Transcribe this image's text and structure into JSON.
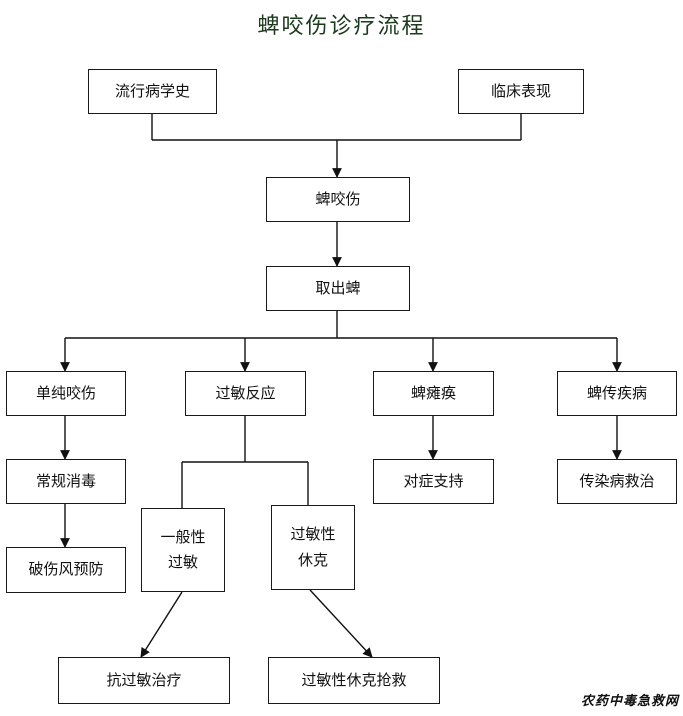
{
  "title": "蜱咬伤诊疗流程",
  "nodes": {
    "epidemiology": "流行病学史",
    "clinical": "临床表现",
    "tick_bite": "蜱咬伤",
    "remove_tick": "取出蜱",
    "simple_bite": "单纯咬伤",
    "allergy": "过敏反应",
    "paralysis": "蜱瘫痪",
    "tick_disease": "蜱传疾病",
    "disinfect": "常规消毒",
    "tetanus": "破伤风预防",
    "general_allergy_1": "一般性",
    "general_allergy_2": "过敏",
    "shock_1": "过敏性",
    "shock_2": "休克",
    "symptomatic": "对症支持",
    "disease_treat": "传染病救治",
    "anti_allergy": "抗过敏治疗",
    "shock_rescue": "过敏性休克抢救"
  },
  "watermark": "农药中毒急救网"
}
